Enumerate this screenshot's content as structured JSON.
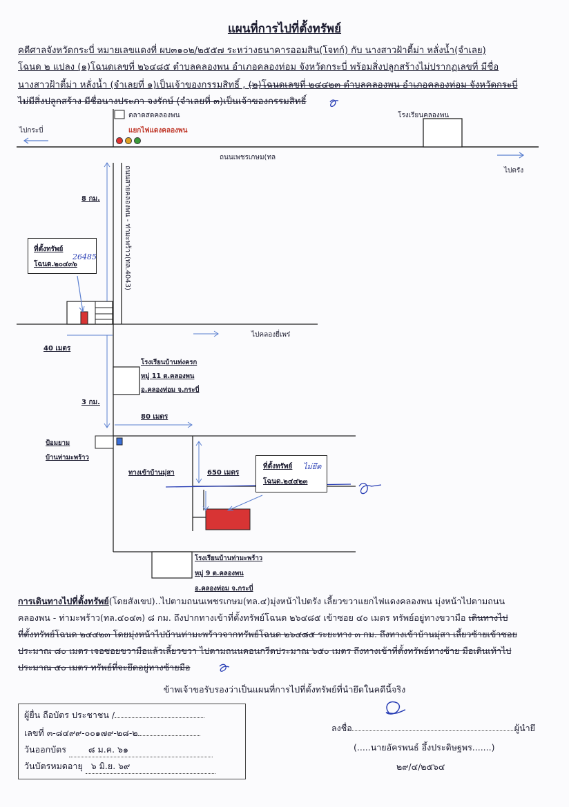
{
  "title": "แผนที่การไปที่ตั้งทรัพย์",
  "header": {
    "line1": "คดีศาลจังหวัดกระบี่ หมายเลขแดงที่ ผบ๓๑๐๒/๒๕๕๗ ระหว่างธนาคารออมสิน(โจทก์) กับ นางสาวฝ้าตี้ม่า หลั่งน้ำ(จำเลย)",
    "line2": "โฉนด ๒ แปลง (๑)โฉนดเลขที่ ๒๖๔๘๕ ตำบลคลองพน อำเภอคลองท่อม จังหวัดกระบี่ พร้อมสิ่งปลูกสร้างไม่ปรากฏเลขที่ มีชื่อ",
    "line3a": "นางสาวฝ้าตี้ม่า หลั่งน้ำ (จำเลยที่ ๑)เป็นเจ้าของกรรมสิทธิ์ ,",
    "line3b": "(๒)โฉนดเลขที่ ๒๔๔๒๓ ตำบลคลองพน อำเภอคลองท่อม จังหวัดกระบี่",
    "line4": "ไม่มีสิ่งปลูกสร้าง มีชื่อนางประภา จงรักษ์ (จำเลยที่ ๓)เป็นเจ้าของกรรมสิทธิ์"
  },
  "map": {
    "market": "ตลาดสดคลองพน",
    "school_top": "โรงเรียนคลองพน",
    "to_krabi": "ไปกระบี่",
    "junction": "แยกไฟแดงคลองพน",
    "main_road": "ถนนเพชรเกษม(ทล",
    "to_trang": "ไปตรัง",
    "side_road": "ถนนสายคลองพน - ท่ามะพร้าว(ทล.4043)",
    "dist_8km": "8 กม.",
    "property1_title": "ที่ตั้งทรัพย์",
    "property1_deed": "โฉนด.๒๐๔๓๖",
    "property1_note": "26485",
    "to_khlong_yi_phrae": "ไปคลองยี่เพร่",
    "dist_40m": "40 เมตร",
    "school_mid_name": "โรงเรียนบ้านท่งครก",
    "school_mid_village": "หมู่ 11 ต.คลองพน",
    "school_mid_district": "อ.คลองท่อม จ.กระบี่",
    "dist_3km": "3 กม.",
    "dist_80m": "80 เมตร",
    "police_box_1": "ป้อมยาม",
    "police_box_2": "บ้านท่ามะพร้าว",
    "lane_entrance": "ทางเข้าบ้านมุ่สา",
    "dist_650m": "650 เมตร",
    "property2_title": "ที่ตั้งทรัพย์",
    "property2_deed": "โฉนด.๒๔๔๒๓",
    "property2_note": "ไม่ยึด",
    "school_bottom_name": "โรงเรียนบ้านท่ามะพร้าว",
    "school_bottom_village": "หมู่ 9 ต.คลองพน",
    "school_bottom_district": "อ.คลองท่อม จ.กระบี่"
  },
  "directions": {
    "label": "การเดินทางไปที่ตั้งทรัพย์",
    "l1": "(โดยสังเขป)..ไปตามถนนเพชรเกษม(ทล.๔)มุ่งหน้าไปตรัง เลี้ยวขวาแยกไฟแดงคลองพน มุ่งหน้าไปตามถนน",
    "l2a": "คลองพน - ท่ามะพร้าว(ทล.๔๐๔๓) ๘ กม. ถึงปากทางเข้าที่ตั้งทรัพย์โฉนด ๒๖๔๘๕ เข้าซอย ๔๐ เมตร ทรัพย์อยู่ทางขวามือ",
    "l2b": "เดินทางไป",
    "l3": "ที่ตั้งทรัพย์โฉนด ๒๔๔๒๓ โดยมุ่งหน้าไปบ้านท่ามะพร้าวจากทรัพย์โฉนด ๒๖๔๘๕ ระยะทาง ๓ กม. ถึงทางเข้าบ้านมุ่สา เลี้ยวซ้ายเข้าซอย",
    "l4": "ประมาณ ๘๐ เมตร เจอซอยขวามือแล้วเลี้ยวขวา ไปตามถนนคอนกรีตประมาณ ๖๕๐ เมตร ถึงทางเข้าที่ตั้งทรัพย์ทางซ้าย มือเดินเท้าไป",
    "l5": "ประมาณ ๕๐ เมตร ทรัพย์ที่จะยึดอยู่ทางซ้ายมือ"
  },
  "certify": "ข้าพเจ้าขอรับรองว่าเป็นแผนที่การไปที่ตั้งทรัพย์ที่นำยึดในคดีนี้จริง",
  "idcard": {
    "holder": "ผู้ยื่น ถือบัตร ประชาชน /",
    "number": "เลขที่ ๓-๘๔๙๙-๐๐๑๗๙-๒๘-๒",
    "issued_label": "วันออกบัตร",
    "issued": "๘ ม.ค. ๖๑",
    "expiry_label": "วันบัตรหมดอายุ",
    "expiry": "๖ มิ.ย. ๖๙"
  },
  "signature": {
    "sign_label": "ลงชื่อ",
    "role": "ผู้นำยึ",
    "name": "(.....นายอัครพนธ์ อึ้งประดิษฐพร.......)",
    "date": "๒๙/๔/๒๕๖๔"
  },
  "colors": {
    "red_light": "#e03030",
    "amber_light": "#e0a020",
    "green_light": "#3a9a3a",
    "property_fill": "#d83434",
    "police_box": "#3a6fd8",
    "arrow": "#5a7fd0",
    "ink_blue": "#2a3fb5"
  }
}
